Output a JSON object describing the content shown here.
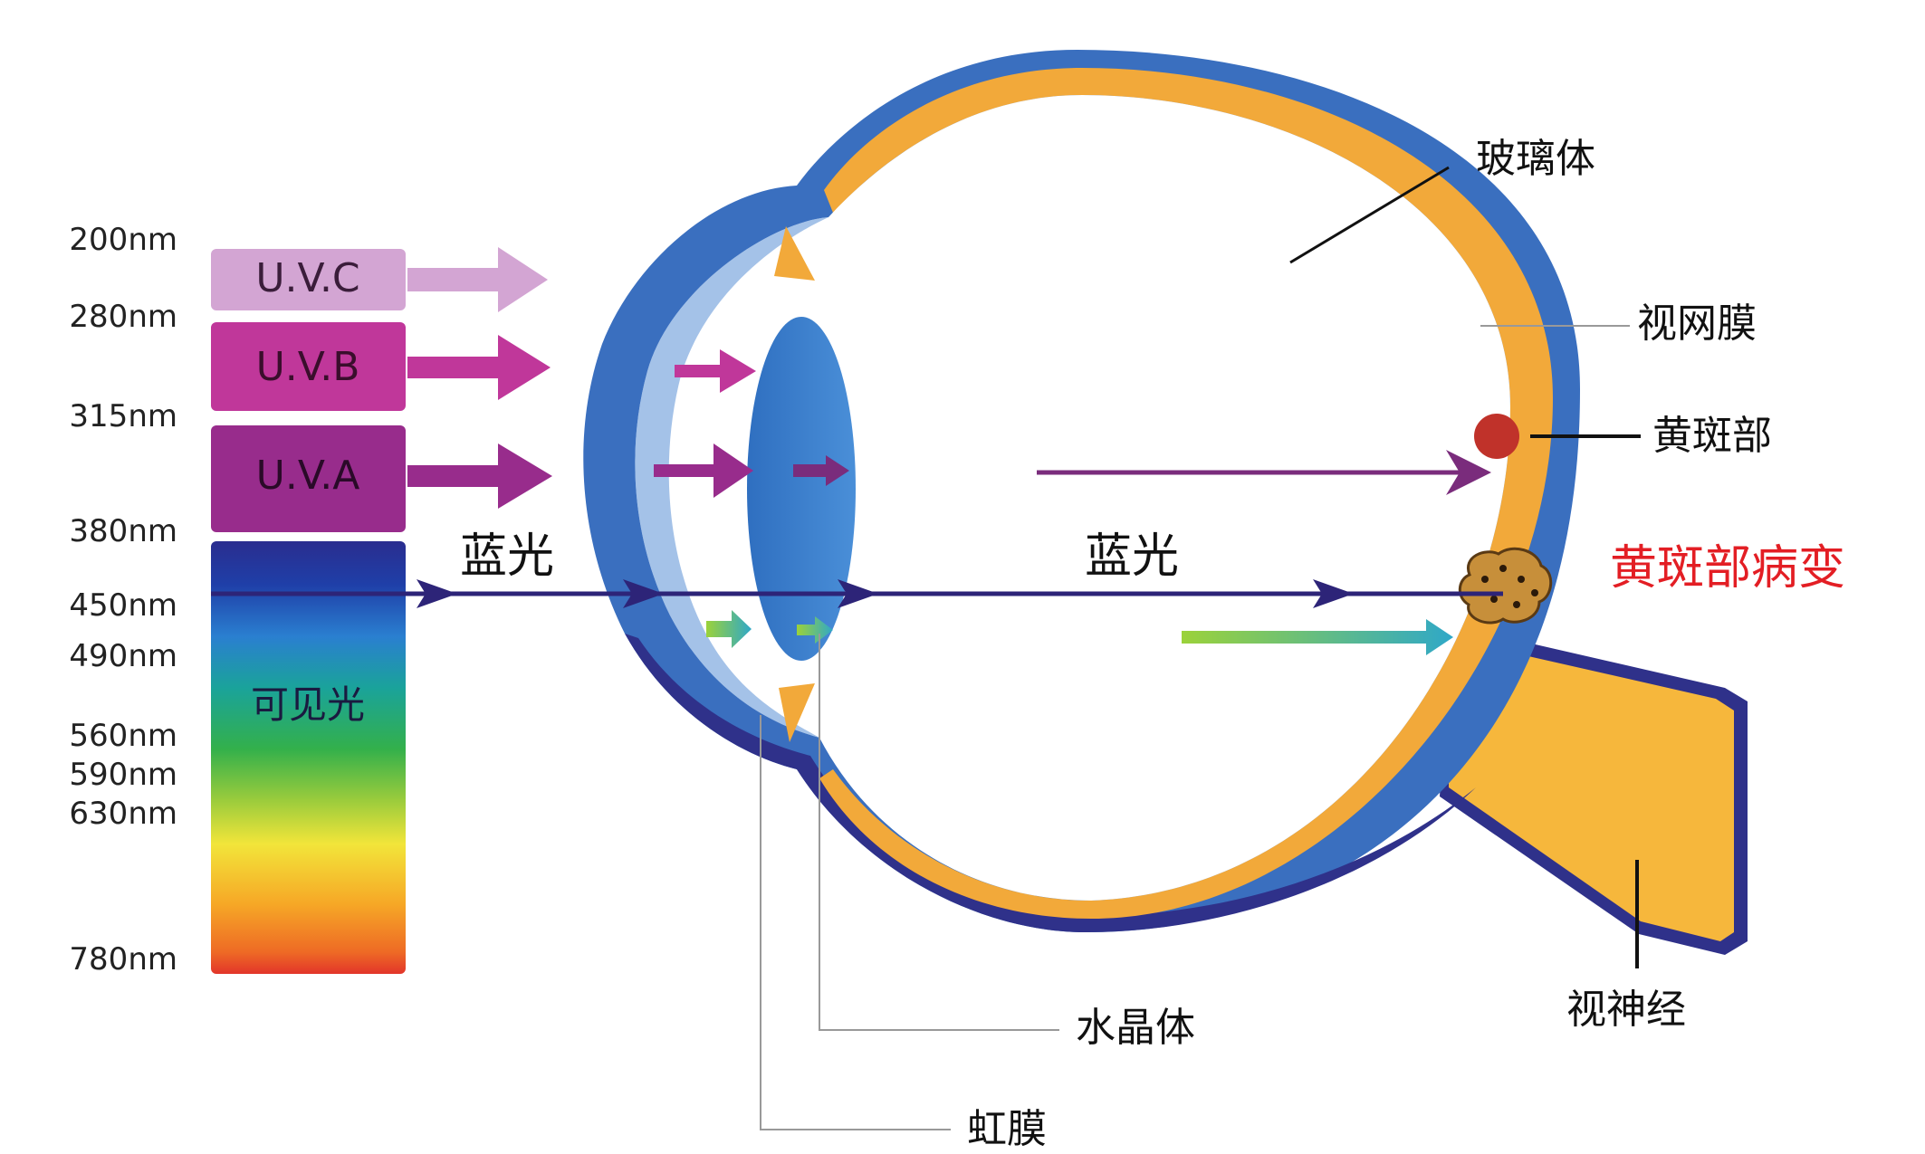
{
  "wavelengths": [
    "200nm",
    "280nm",
    "315nm",
    "380nm",
    "450nm",
    "490nm",
    "560nm",
    "590nm",
    "630nm",
    "780nm"
  ],
  "bands": {
    "uvc": "U.V.C",
    "uvb": "U.V.B",
    "uva": "U.V.A",
    "visible": "可见光"
  },
  "blue_light_labels": [
    "蓝光",
    "蓝光"
  ],
  "callouts": {
    "vitreous": "玻璃体",
    "retina": "视网膜",
    "macula": "黄斑部",
    "macular_lesion": "黄斑部病变",
    "optic_nerve": "视神经",
    "lens": "水晶体",
    "iris": "虹膜"
  },
  "colors": {
    "uvc": "#d3a5d3",
    "uvb": "#c0379a",
    "uva": "#982c8c",
    "blue_light": "#2d2478",
    "eye_outer": "#3a6fbf",
    "retina_layer": "#f2a93a",
    "lesion_text": "#e31e24"
  }
}
